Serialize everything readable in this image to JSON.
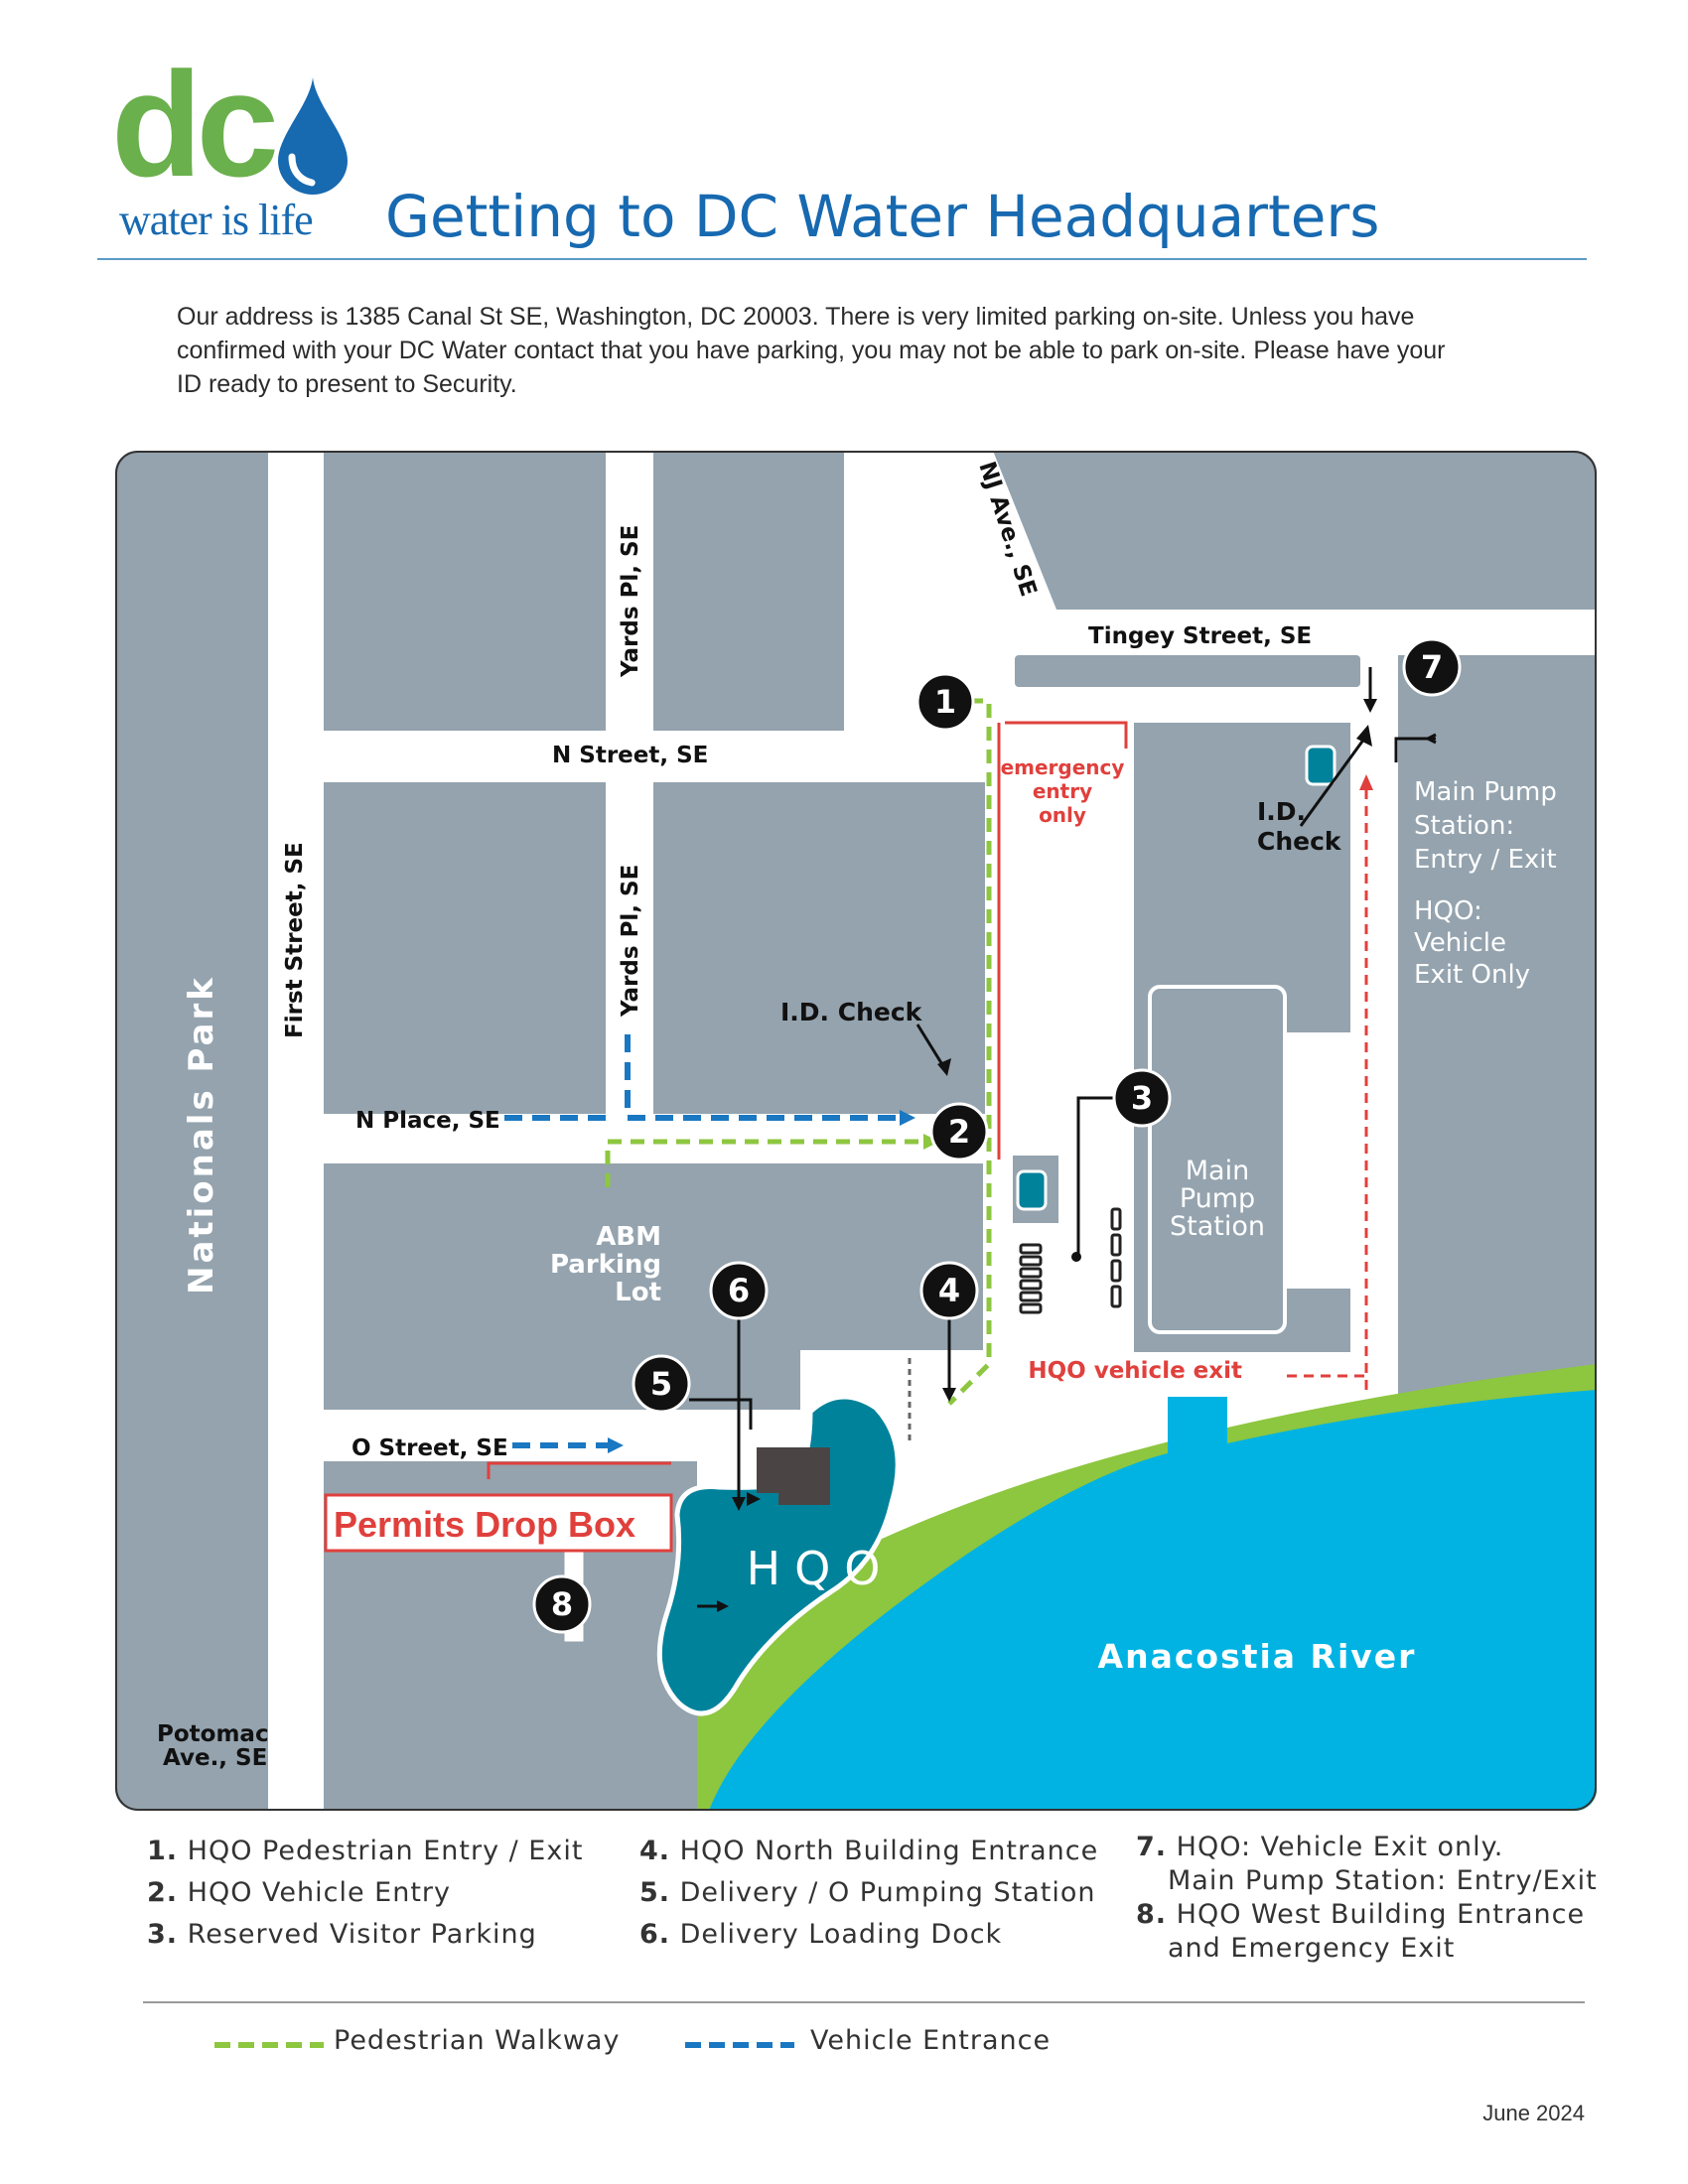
{
  "logo": {
    "mark": "dc",
    "tagline": "water is life"
  },
  "title": "Getting to DC Water Headquarters",
  "intro": "Our address is 1385 Canal St SE, Washington, DC 20003. There is very limited parking on-site. Unless you have confirmed with your DC Water contact that you have parking, you may not be able to park on-site. Please have your ID ready to present to Security.",
  "map": {
    "streets": {
      "nj_ave": "NJ Ave., SE",
      "tingey": "Tingey Street, SE",
      "yards_top": "Yards Pl, SE",
      "yards_bottom": "Yards Pl, SE",
      "n_street": "N Street, SE",
      "first_street": "First Street, SE",
      "n_place": "N Place, SE",
      "o_street": "O Street, SE",
      "potomac": [
        "Potomac",
        "Ave., SE"
      ]
    },
    "places": {
      "nationals_park": "Nationals Park",
      "abm_parking": [
        "ABM",
        "Parking",
        "Lot"
      ],
      "main_pump_station": [
        "Main",
        "Pump",
        "Station"
      ],
      "hqo": "HQO",
      "anacostia": "Anacostia River",
      "permits_drop_box": "Permits Drop Box"
    },
    "notes": {
      "emergency": [
        "emergency",
        "entry",
        "only"
      ],
      "id_check_top": [
        "I.D.",
        "Check"
      ],
      "id_check_mid": "I.D. Check",
      "hqo_vehicle_exit": "HQO vehicle exit",
      "pump_station_side": [
        "Main Pump",
        "Station:",
        "Entry / Exit"
      ],
      "hqo_side": [
        "HQO:",
        "Vehicle",
        "Exit Only"
      ]
    },
    "markers": [
      "1",
      "2",
      "3",
      "4",
      "5",
      "6",
      "7",
      "8"
    ],
    "colors": {
      "block": "#94a3ae",
      "water": "#00b3e3",
      "green": "#8dc63f",
      "hqo": "#00829b",
      "pedestrian": "#8dc63f",
      "vehicle": "#1a78c2",
      "red": "#e0403c"
    }
  },
  "legend": {
    "col1": [
      {
        "n": "1.",
        "text": "HQO Pedestrian Entry / Exit"
      },
      {
        "n": "2.",
        "text": "HQO Vehicle Entry"
      },
      {
        "n": "3.",
        "text": "Reserved Visitor Parking"
      }
    ],
    "col2": [
      {
        "n": "4.",
        "text": "HQO North Building Entrance"
      },
      {
        "n": "5.",
        "text": "Delivery / O Pumping Station"
      },
      {
        "n": "6.",
        "text": "Delivery Loading Dock"
      }
    ],
    "col3": [
      {
        "n": "7.",
        "text": "HQO: Vehicle Exit only."
      },
      {
        "n": "",
        "text": "Main Pump Station: Entry/Exit"
      },
      {
        "n": "8.",
        "text": "HQO West Building Entrance"
      },
      {
        "n": "",
        "text": "and Emergency Exit"
      }
    ]
  },
  "key": {
    "pedestrian": "Pedestrian Walkway",
    "vehicle": "Vehicle Entrance"
  },
  "date": "June 2024"
}
